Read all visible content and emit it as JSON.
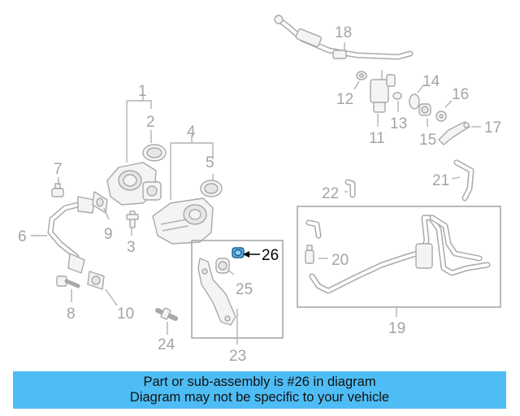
{
  "diagram": {
    "highlight_color": "#4fbdf5",
    "highlighted_callout": "26",
    "callouts": [
      "1",
      "2",
      "3",
      "4",
      "5",
      "6",
      "7",
      "8",
      "9",
      "10",
      "11",
      "12",
      "13",
      "14",
      "15",
      "16",
      "17",
      "18",
      "19",
      "20",
      "21",
      "22",
      "23",
      "24",
      "25",
      "26"
    ]
  },
  "banner": {
    "line1": "Part or sub-assembly is #26 in diagram",
    "line2": "Diagram may not be specific to your vehicle"
  }
}
